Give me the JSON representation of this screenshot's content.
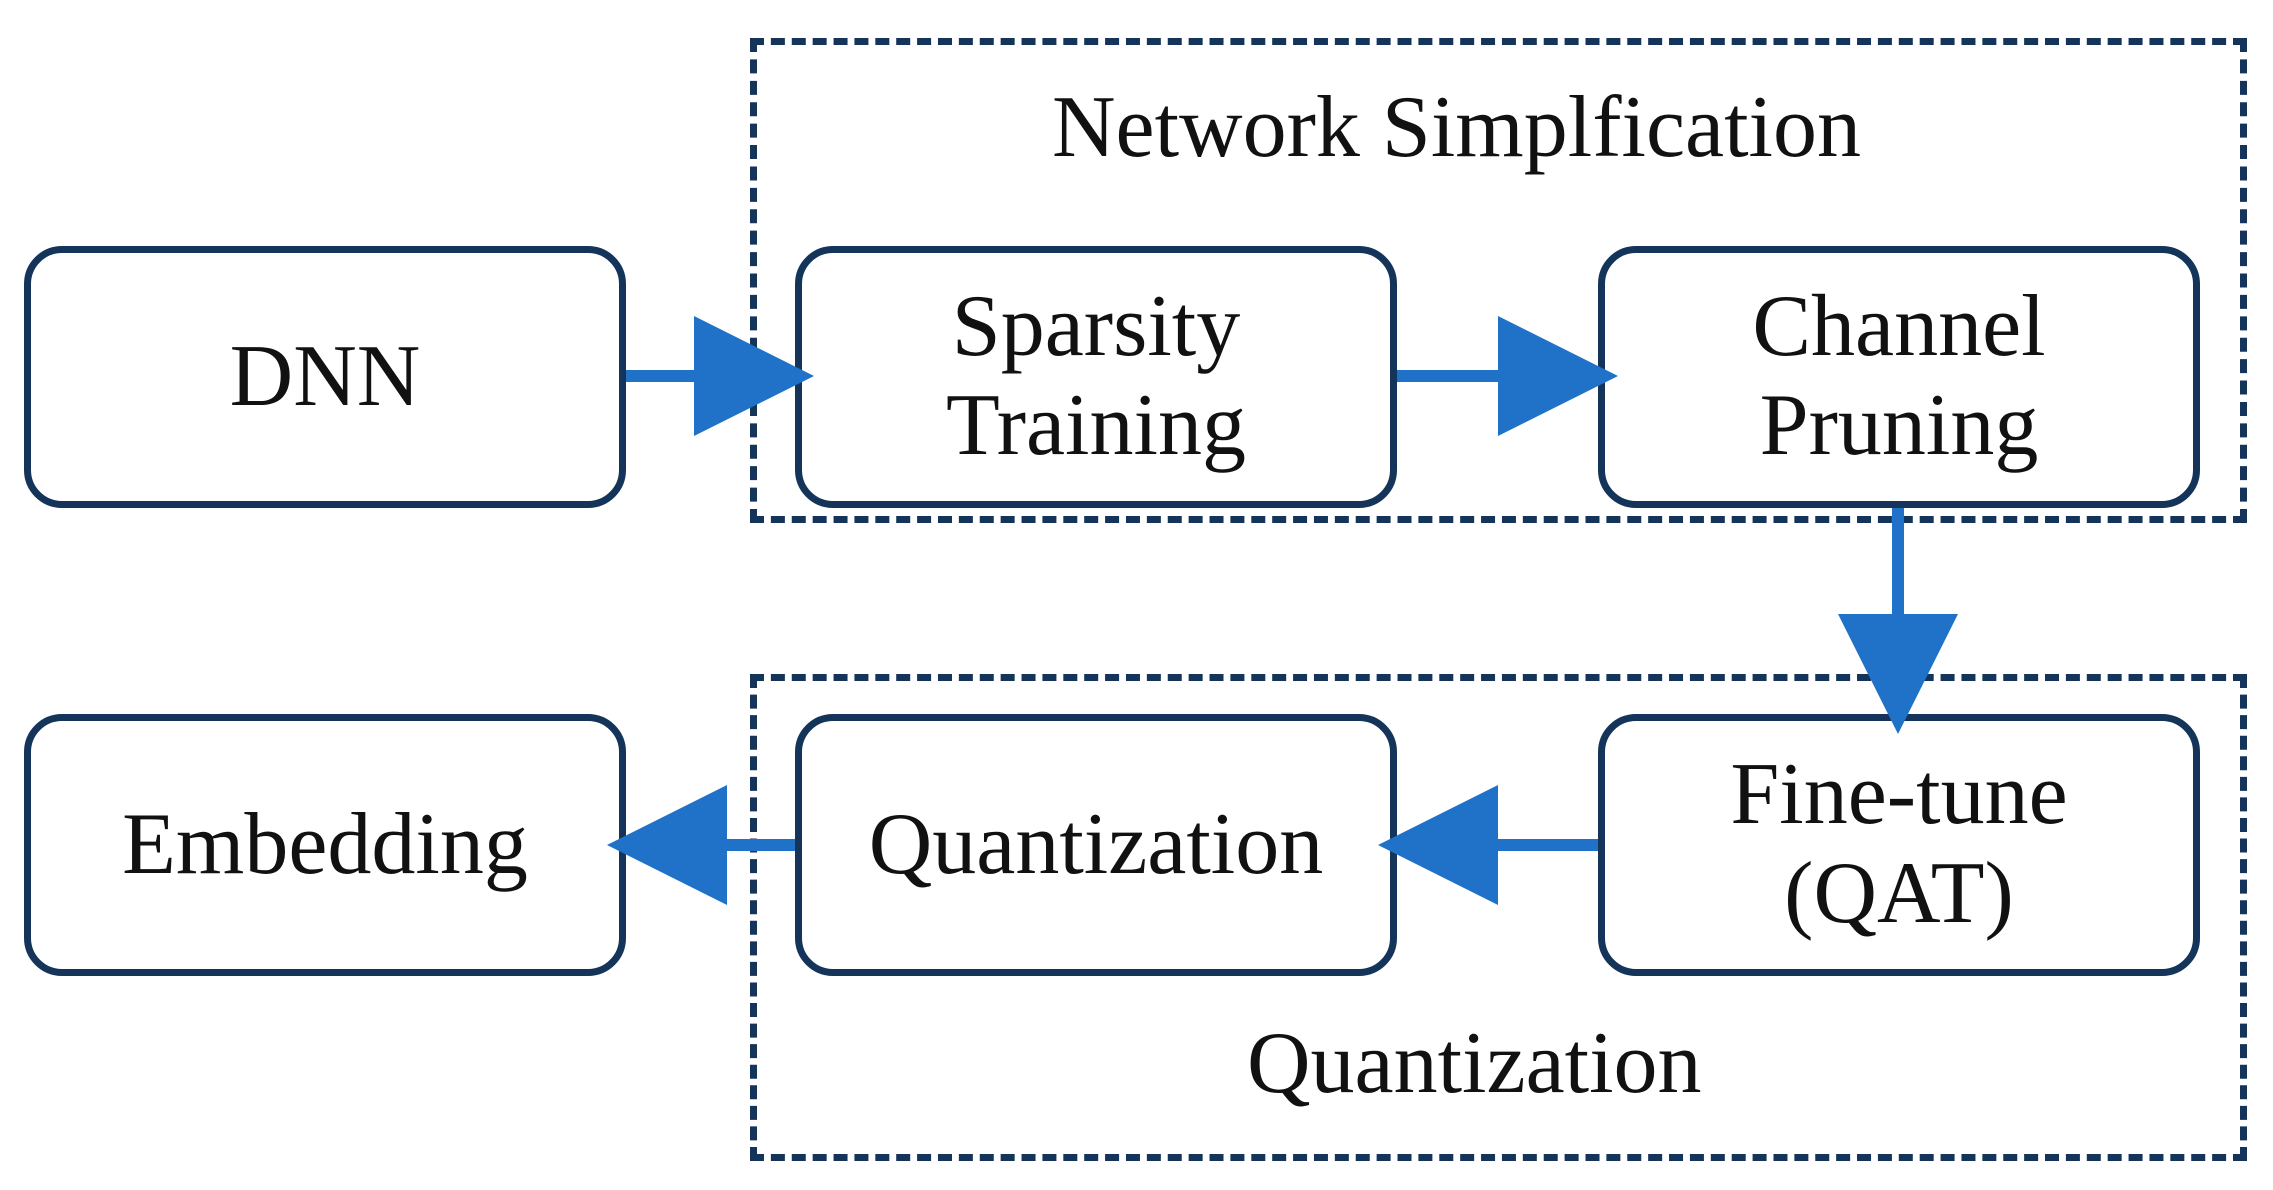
{
  "diagram": {
    "groups": {
      "network_simplification": {
        "title": "Network Simplfication"
      },
      "quantization": {
        "title": "Quantization"
      }
    },
    "nodes": {
      "dnn": {
        "lines": [
          "DNN"
        ]
      },
      "sparsity_training": {
        "lines": [
          "Sparsity",
          "Training"
        ]
      },
      "channel_pruning": {
        "lines": [
          "Channel",
          "Pruning"
        ]
      },
      "fine_tune": {
        "lines": [
          "Fine-tune",
          "(QAT)"
        ]
      },
      "quantization": {
        "lines": [
          "Quantization"
        ]
      },
      "embedding": {
        "lines": [
          "Embedding"
        ]
      }
    },
    "edges": [
      {
        "from": "DNN",
        "to": "Sparsity Training"
      },
      {
        "from": "Sparsity Training",
        "to": "Channel Pruning"
      },
      {
        "from": "Channel Pruning",
        "to": "Fine-tune (QAT)"
      },
      {
        "from": "Fine-tune (QAT)",
        "to": "Quantization"
      },
      {
        "from": "Quantization",
        "to": "Embedding"
      }
    ],
    "colors": {
      "node_border": "#14345a",
      "group_border": "#14345a",
      "arrow": "#1f72c8",
      "text": "#111111"
    }
  }
}
